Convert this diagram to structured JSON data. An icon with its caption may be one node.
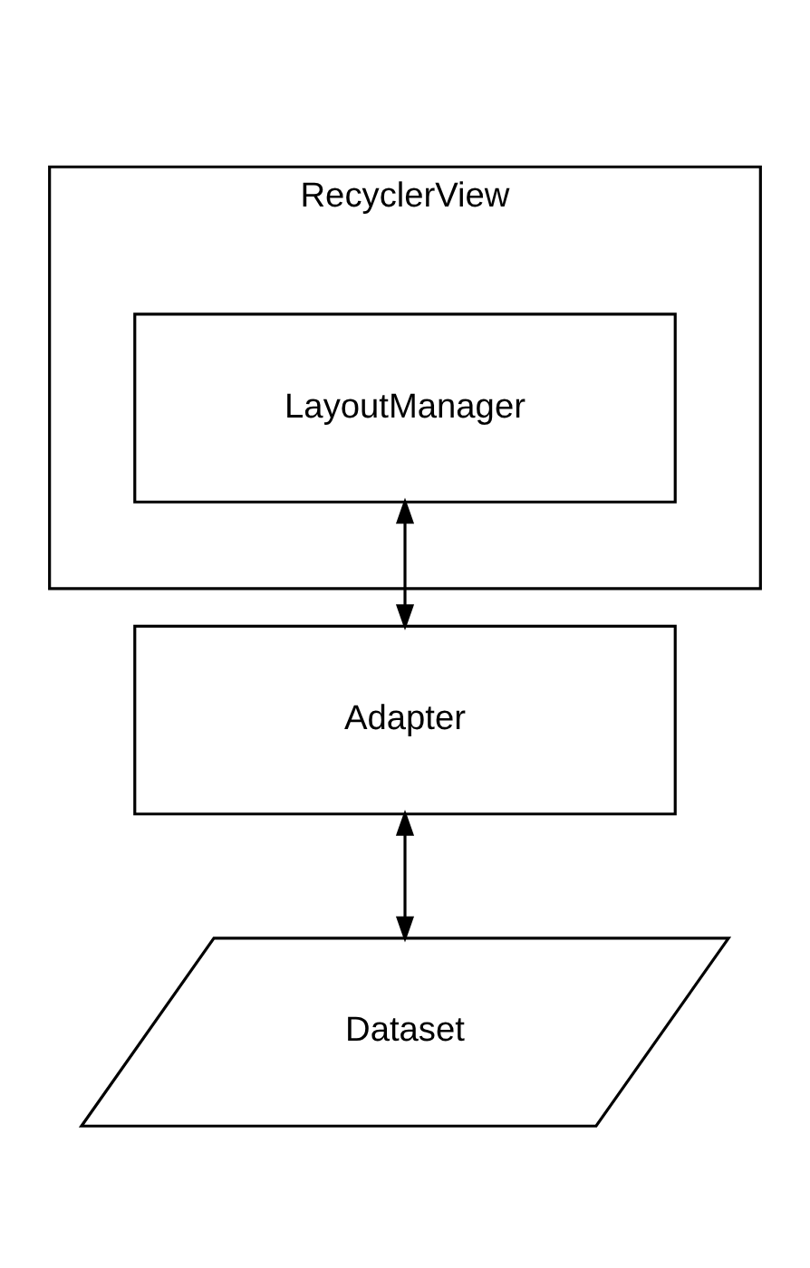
{
  "diagram": {
    "nodes": [
      {
        "text": [
          "RecyclerView"
        ]
      },
      {
        "text": [
          "LayoutManager"
        ],
        "in": 0
      },
      {
        "text": [
          "Adapter"
        ]
      },
      {
        "text": [
          "Dataset"
        ]
      }
    ],
    "edges": [
      {
        "from": 1,
        "to": 2,
        "arrow": "both"
      },
      {
        "from": 2,
        "to": 3,
        "arrow": "both"
      }
    ]
  }
}
